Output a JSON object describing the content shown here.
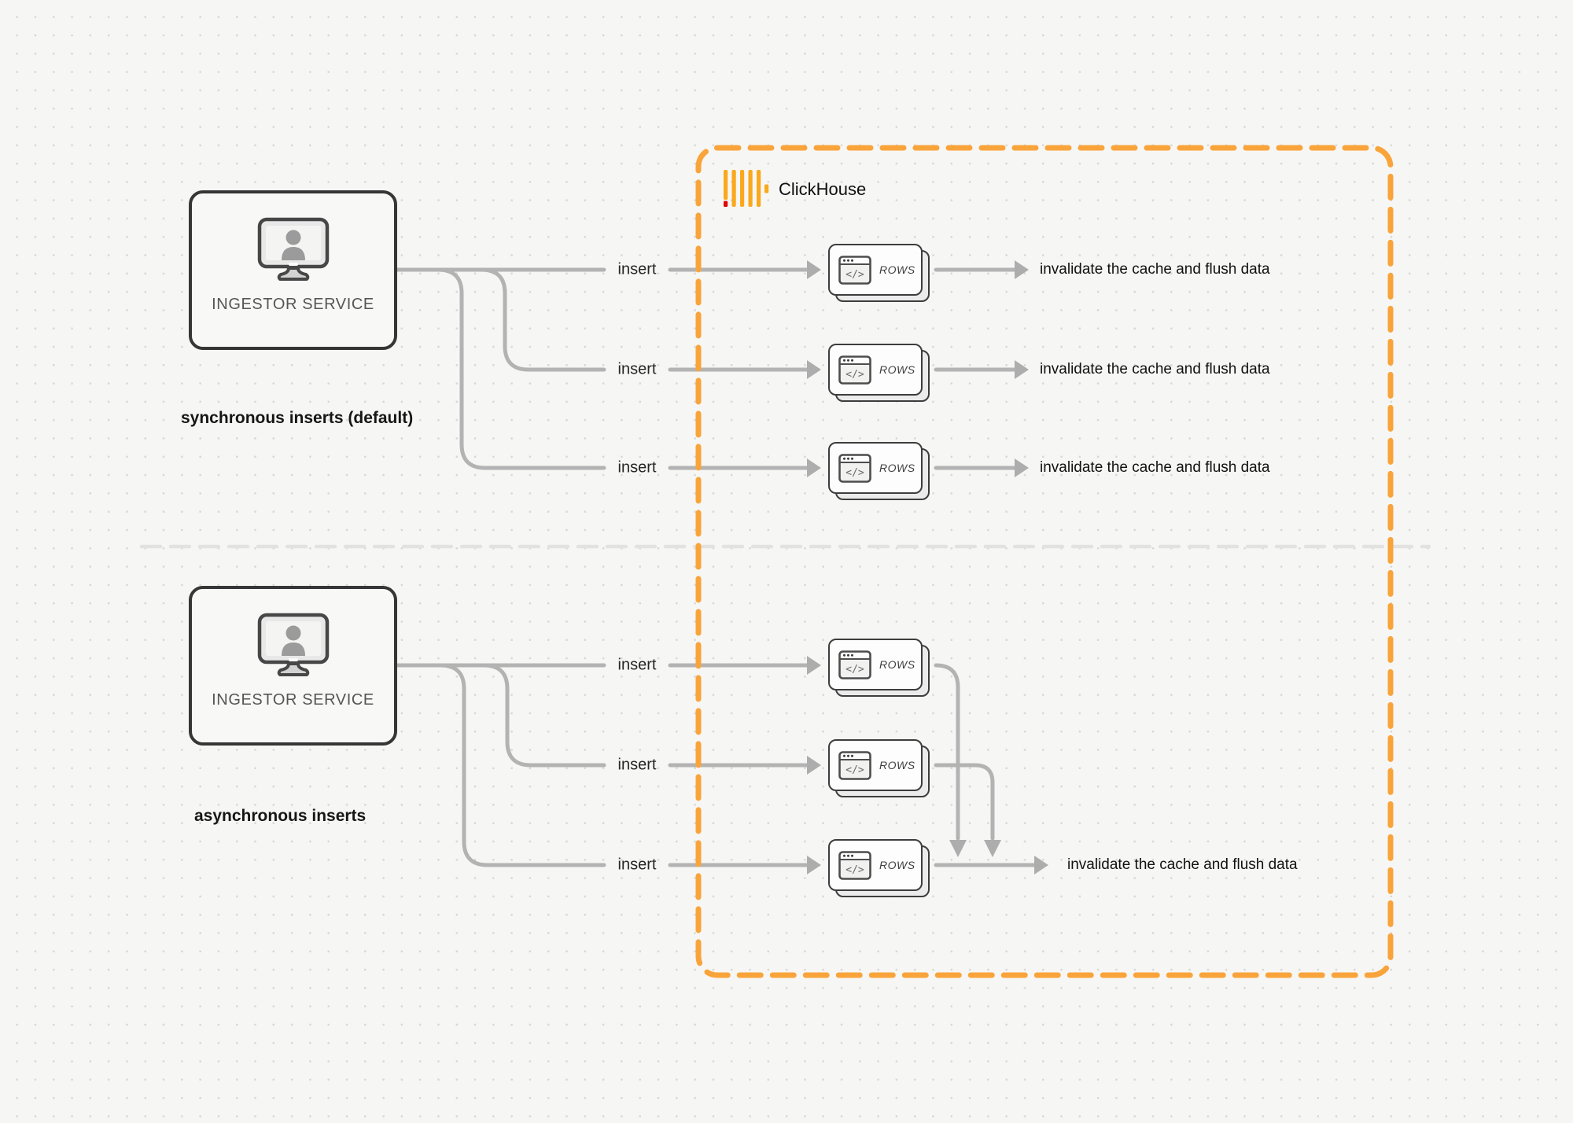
{
  "colors": {
    "accent_orange": "#F9A43B",
    "connector_gray": "#b3b3b3",
    "brand_amber": "#FAA81C",
    "brand_red": "#E00600"
  },
  "clickhouse": {
    "title": "ClickHouse"
  },
  "sync": {
    "service_label": "INGESTOR SERVICE",
    "caption": "synchronous inserts (default)",
    "rows": [
      {
        "insert_label": "insert",
        "card_label": "ROWS",
        "result_label": "invalidate the cache and flush data"
      },
      {
        "insert_label": "insert",
        "card_label": "ROWS",
        "result_label": "invalidate the cache and flush data"
      },
      {
        "insert_label": "insert",
        "card_label": "ROWS",
        "result_label": "invalidate the cache and flush data"
      }
    ]
  },
  "async": {
    "service_label": "INGESTOR SERVICE",
    "caption": "asynchronous inserts",
    "rows": [
      {
        "insert_label": "insert",
        "card_label": "ROWS"
      },
      {
        "insert_label": "insert",
        "card_label": "ROWS"
      },
      {
        "insert_label": "insert",
        "card_label": "ROWS"
      }
    ],
    "result_label": "invalidate the cache and flush data"
  }
}
